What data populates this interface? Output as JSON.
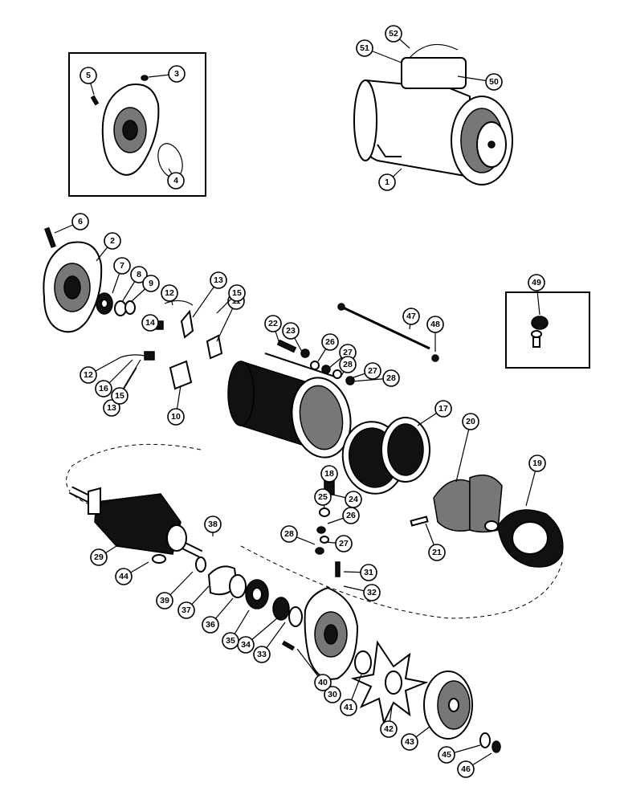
{
  "callouts": [
    "1",
    "2",
    "3",
    "4",
    "5",
    "6",
    "7",
    "8",
    "9",
    "10",
    "11",
    "12",
    "12",
    "13",
    "13",
    "14",
    "15",
    "15",
    "16",
    "17",
    "18",
    "19",
    "20",
    "21",
    "22",
    "23",
    "24",
    "25",
    "26",
    "26",
    "27",
    "27",
    "27",
    "28",
    "28",
    "28",
    "29",
    "30",
    "31",
    "32",
    "33",
    "34",
    "35",
    "36",
    "37",
    "38",
    "39",
    "40",
    "41",
    "42",
    "43",
    "44",
    "45",
    "46",
    "47",
    "48",
    "49",
    "50",
    "51",
    "52"
  ]
}
